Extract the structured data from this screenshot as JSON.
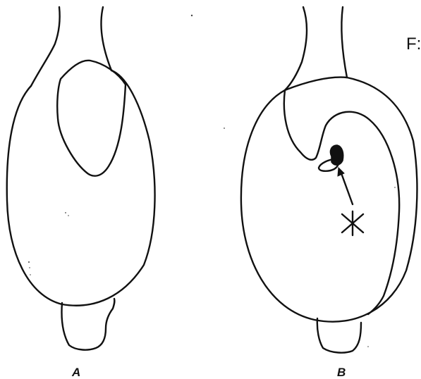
{
  "figure": {
    "label": "F:",
    "panels": [
      {
        "id": "A",
        "label": "A"
      },
      {
        "id": "B",
        "label": "B"
      }
    ],
    "marker_symbol": "asterisk",
    "line_color": "#111111",
    "background_color": "#ffffff"
  }
}
